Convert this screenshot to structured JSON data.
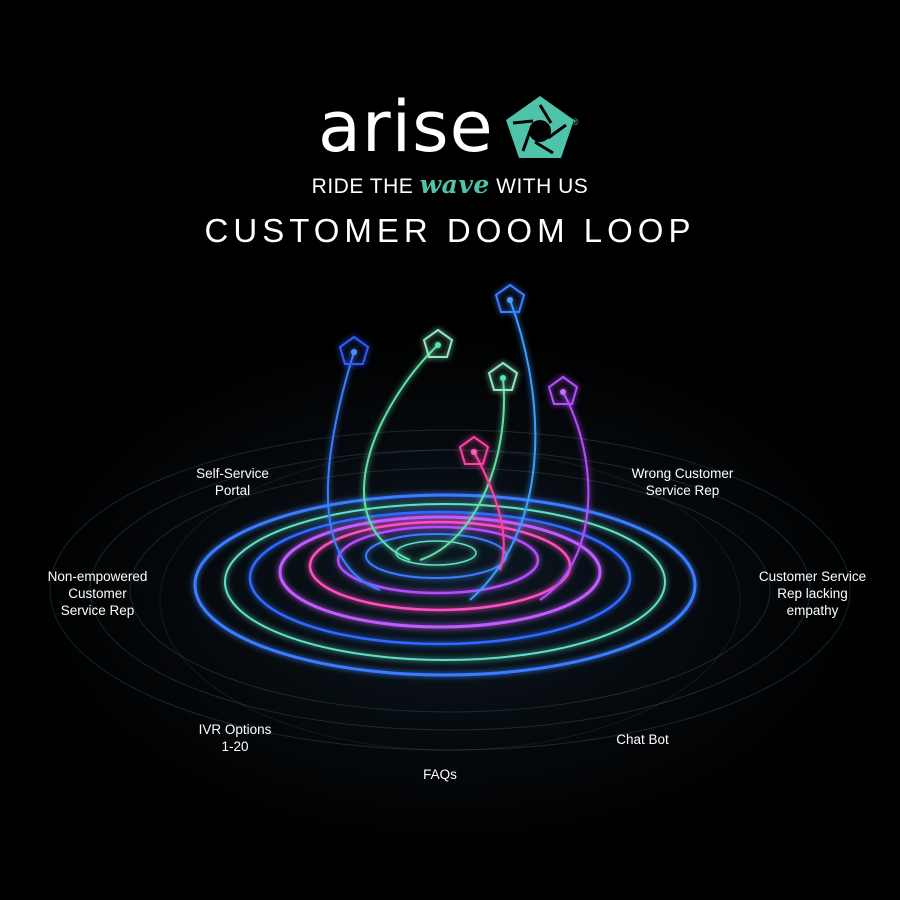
{
  "logo": {
    "wordmark": "arise",
    "registered": "®",
    "tagline_before": "RIDE THE",
    "tagline_highlight": "wave",
    "tagline_after": "WITH US"
  },
  "title": "CUSTOMER DOOM LOOP",
  "labels": {
    "self_service": "Self-Service\nPortal",
    "wrong_rep": "Wrong Customer\nService Rep",
    "non_empowered": "Non-empowered\nCustomer\nService Rep",
    "lacking_empathy": "Customer Service\nRep lacking\nempathy",
    "ivr": "IVR Options\n1-20",
    "chat_bot": "Chat Bot",
    "faqs": "FAQs"
  },
  "colors": {
    "brand_teal": "#4fc3a9",
    "blue": "#2f6bff",
    "green": "#5fe0a8",
    "purple": "#b54dff",
    "pink": "#ff3fa5"
  }
}
